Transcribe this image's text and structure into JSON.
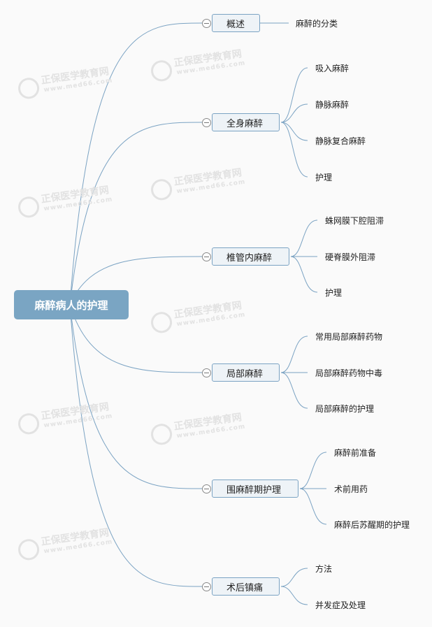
{
  "root": {
    "label": "麻醉病人的护理",
    "color": "#7aa5c3"
  },
  "line_color": "#7ba3c3",
  "branches": [
    {
      "label": "概述",
      "children": [
        "麻醉的分类"
      ]
    },
    {
      "label": "全身麻醉",
      "children": [
        "吸入麻醉",
        "静脉麻醉",
        "静脉复合麻醉",
        "护理"
      ]
    },
    {
      "label": "椎管内麻醉",
      "children": [
        "蛛网膜下腔阻滞",
        "硬脊膜外阻滞",
        "护理"
      ]
    },
    {
      "label": "局部麻醉",
      "children": [
        "常用局部麻醉药物",
        "局部麻醉药物中毒",
        "局部麻醉的护理"
      ]
    },
    {
      "label": "围麻醉期护理",
      "children": [
        "麻醉前准备",
        "术前用药",
        "麻醉后苏醒期的护理"
      ]
    },
    {
      "label": "术后镇痛",
      "children": [
        "方法",
        "并发症及处理"
      ]
    }
  ],
  "watermark": {
    "text": "正保医学教育网",
    "url": "www.med66.com"
  }
}
